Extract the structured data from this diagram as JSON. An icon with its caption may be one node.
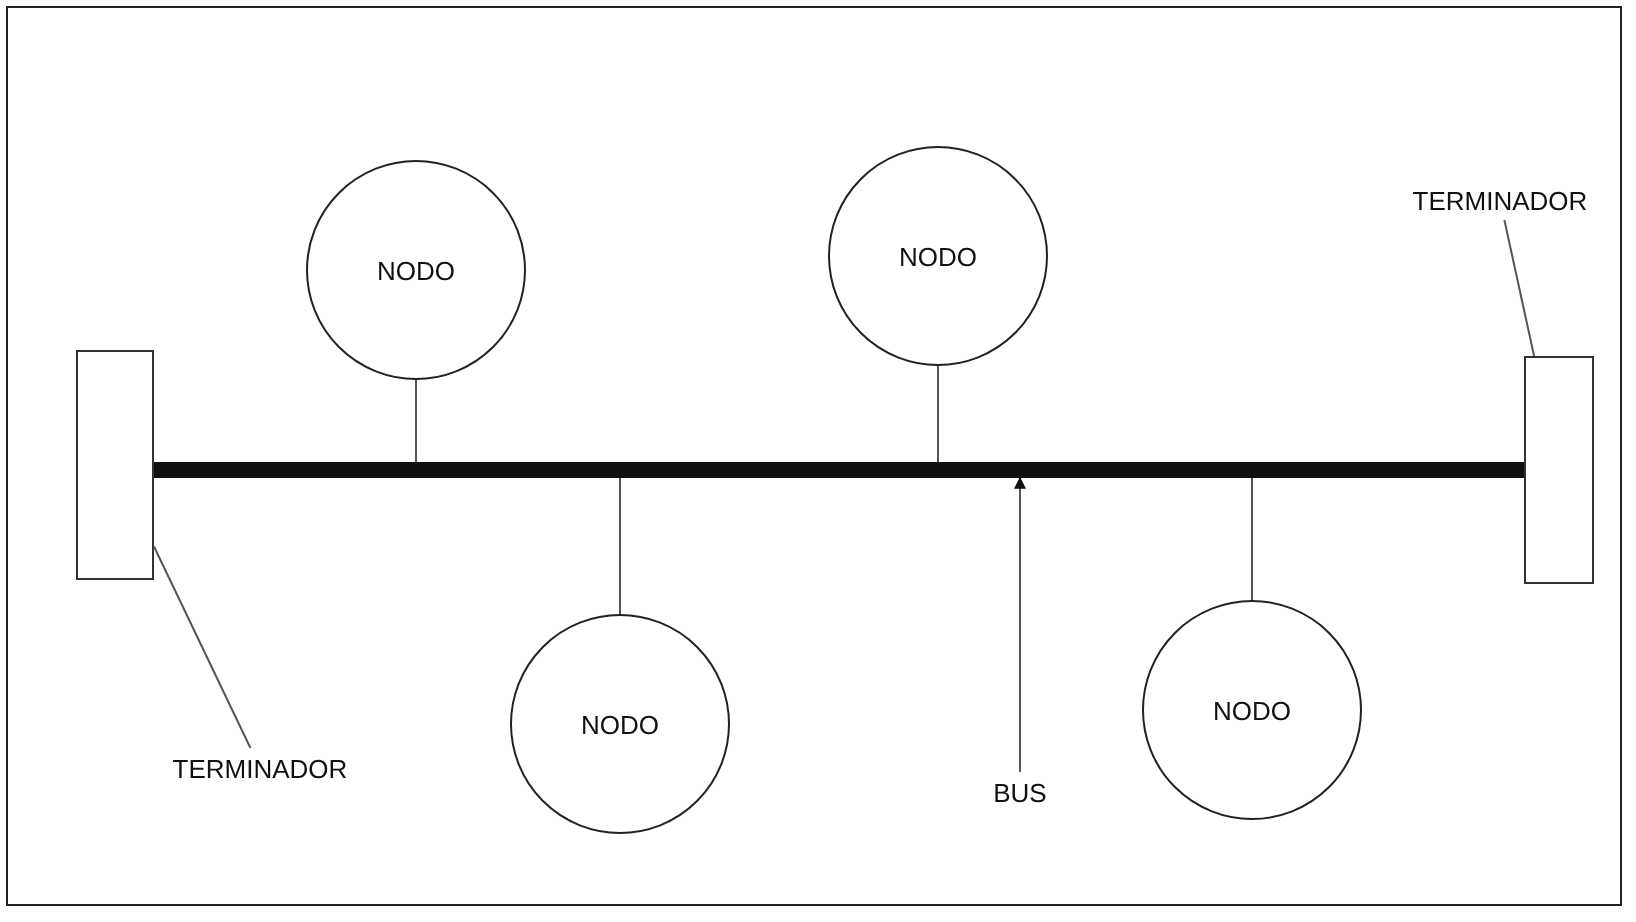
{
  "diagram": {
    "nodes": [
      {
        "text": [],
        "shape": "box"
      },
      {
        "text": [],
        "shape": "bar"
      },
      {
        "text": [],
        "shape": "box"
      },
      {
        "text": [
          "NODO"
        ]
      },
      {
        "text": [
          "NODO"
        ]
      },
      {
        "text": [
          "NODO"
        ]
      },
      {
        "text": [
          "NODO"
        ]
      },
      {
        "text": [
          "TERMINADOR"
        ]
      },
      {
        "text": [
          "TERMINADOR"
        ]
      },
      {
        "text": [
          "BUS"
        ]
      }
    ],
    "edges": [
      {
        "from": 3,
        "to": 1,
        "arrow": "none"
      },
      {
        "from": 4,
        "to": 1,
        "arrow": "none"
      },
      {
        "from": 5,
        "to": 1,
        "arrow": "none"
      },
      {
        "from": 6,
        "to": 1,
        "arrow": "none"
      },
      {
        "from": 7,
        "to": 2,
        "arrow": "none"
      },
      {
        "from": 8,
        "to": 0,
        "arrow": "none"
      },
      {
        "from": 9,
        "to": 1,
        "arrow": "to"
      }
    ]
  }
}
